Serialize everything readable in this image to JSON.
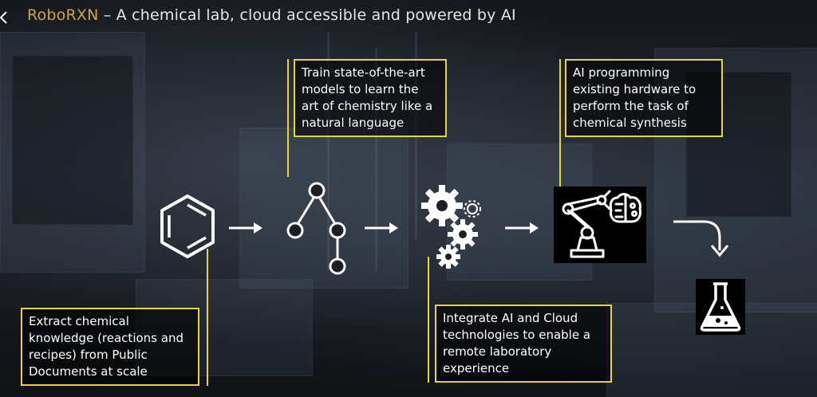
{
  "title": {
    "brand": "RoboRXN",
    "rest": " – A chemical lab, cloud accessible and powered by AI"
  },
  "callouts": {
    "train": "Train state-of-the-art models to learn the art of chemistry like a natural language",
    "ai_programming": "AI programming existing hardware to perform the task of chemical synthesis",
    "extract": "Extract chemical knowledge (reactions and recipes) from Public Documents at scale",
    "integrate": "Integrate AI and Cloud technologies to enable a remote laboratory experience"
  },
  "icons": [
    "benzene-icon",
    "tree-network-icon",
    "gears-icon",
    "robot-arm-icon",
    "flask-icon",
    "arrow-right-icon",
    "curved-arrow-down-icon"
  ],
  "colors": {
    "accent": "#e7d33a",
    "brand": "#c9a54c",
    "background": "#15171c"
  }
}
